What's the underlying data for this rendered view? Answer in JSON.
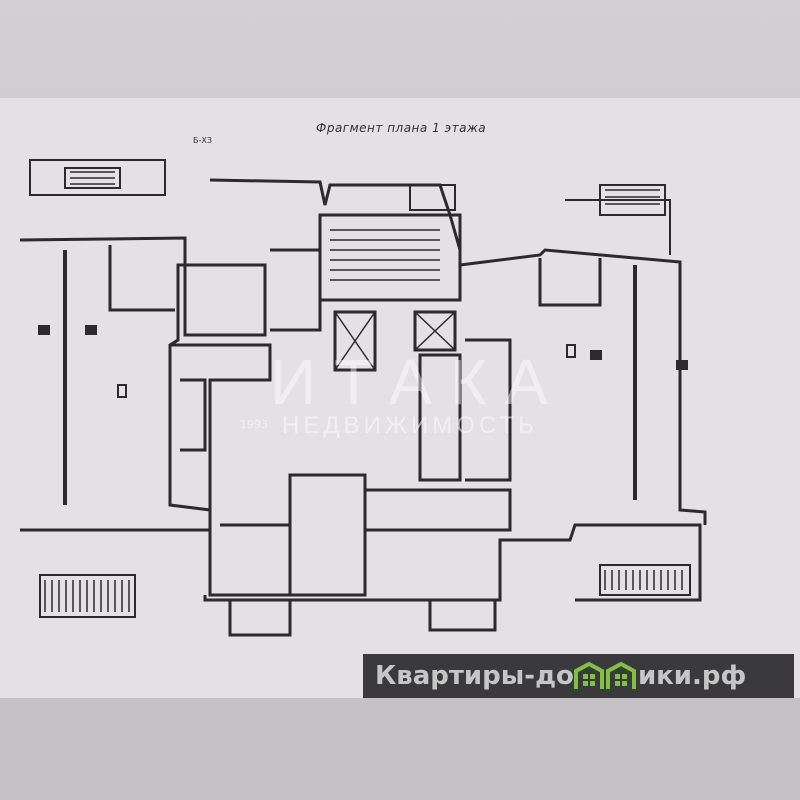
{
  "plan": {
    "title": "Фрагмент плана 1 этажа",
    "corner_label": "Б-ХЗ"
  },
  "watermark": {
    "brand": "ИТАКА",
    "subtitle": "НЕДВИЖИМОСТЬ",
    "year": "1993"
  },
  "site_badge": {
    "text_before": "Квартиры-до",
    "text_after": "ики.рф",
    "accent_color": "#7fc241"
  }
}
